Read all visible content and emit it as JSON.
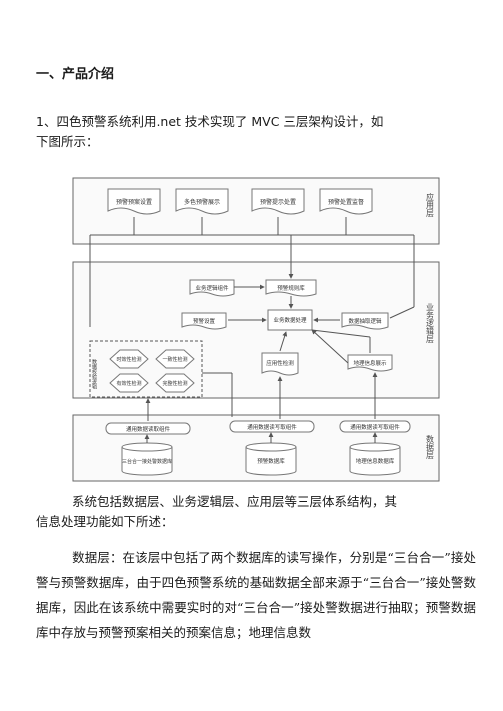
{
  "heading": "一、产品介绍",
  "para1": {
    "line1": "1、四色预警系统利用.net 技术实现了 MVC 三层架构设计，如",
    "line2": "下图所示："
  },
  "figure": {
    "layers": {
      "app": "应用层",
      "biz": "业务逻辑层",
      "data": "数据层"
    },
    "app_boxes": [
      "预警预案设置",
      "多色预警展示",
      "预警提示处置",
      "预警处置监督"
    ],
    "biz_boxes": {
      "logic_component": "业务逻辑组件",
      "rule_lib": "预警规则库",
      "warning_setting": "预警设置",
      "processing": "业务数据处理",
      "data_extract": "数据抽取逻辑",
      "app_check": "应用性检测",
      "geo_info": "地理信息展示",
      "validation_label": "数据校验逻辑",
      "diamonds": [
        "时效性检测",
        "一致性检测",
        "有效性检测",
        "完整性检测"
      ]
    },
    "data_components": [
      "通用数据读取组件",
      "通用数据读写取组件",
      "通用数据读写取组件"
    ],
    "databases": [
      "三台合一接处警数据库",
      "预警数据库",
      "地理信息数据库"
    ]
  },
  "para2": {
    "line1": "系统包括数据层、业务逻辑层、应用层等三层体系结构，其",
    "line2": "信息处理功能如下所述："
  },
  "para3": "数据层：在该层中包括了两个数据库的读写操作，分别是“三台合一”接处警与预警数据库，由于四色预警系统的基础数据全部来源于“三台合一”接处警数据库，因此在该系统中需要实时的对“三台合一”接处警数据进行抽取；预警数据库中存放与预警预案相关的预案信息；地理信息数"
}
